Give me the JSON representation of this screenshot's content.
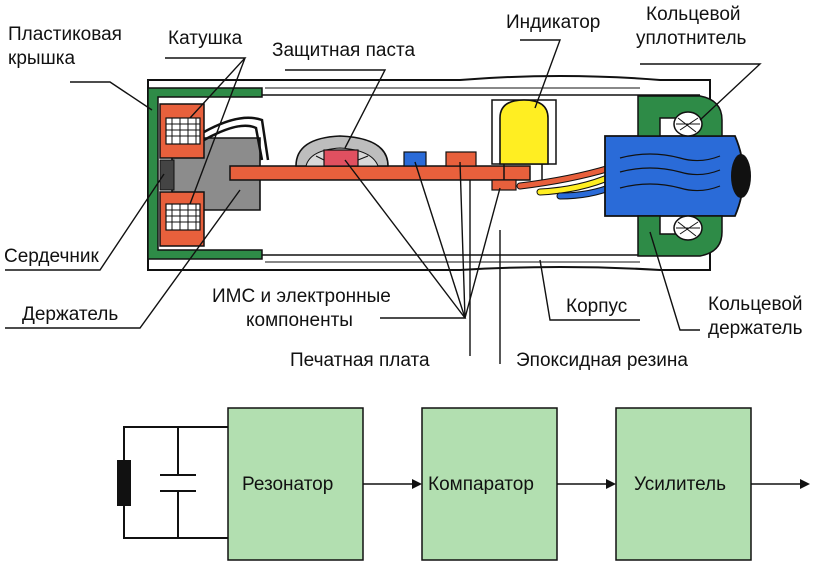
{
  "labels": {
    "plastic_cover": [
      "Пластиковая",
      "крышка"
    ],
    "coil": "Катушка",
    "protective_paste": "Защитная паста",
    "indicator": "Индикатор",
    "ring_seal": [
      "Кольцевой",
      "уплотнитель"
    ],
    "core": "Сердечник",
    "holder": "Держатель",
    "ic_components": [
      "ИМС и электронные",
      "компоненты"
    ],
    "housing": "Корпус",
    "ring_holder": [
      "Кольцевой",
      "держатель"
    ],
    "pcb": "Печатная плата",
    "epoxy": "Эпоксидная резина"
  },
  "blocks": {
    "resonator": "Резонатор",
    "comparator": "Компаратор",
    "amplifier": "Усилитель"
  },
  "colors": {
    "green_part": "#2e8b47",
    "coil_red": "#e8603c",
    "pcb_red": "#e8603c",
    "holder_gray": "#8c8c8c",
    "led_yellow": "#ffee22",
    "cable_blue": "#2a6bd8",
    "block_fill": "#b2dfb0",
    "seal_green": "#2e8b47"
  }
}
